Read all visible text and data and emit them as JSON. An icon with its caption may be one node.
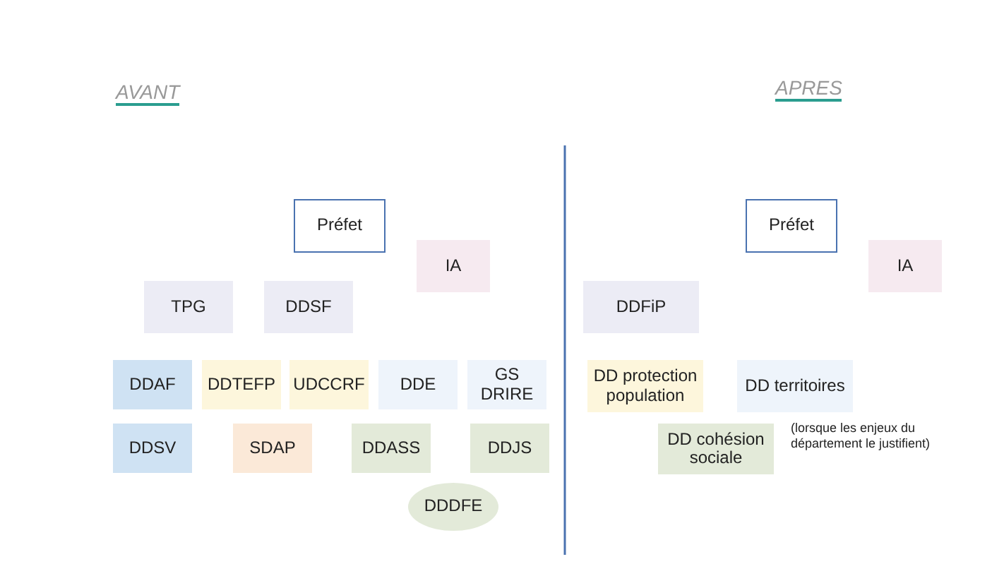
{
  "diagram": {
    "nodes": [
      {
        "text": [
          "Préfet"
        ]
      },
      {
        "text": [
          "IA"
        ]
      },
      {
        "text": [
          "TPG"
        ]
      },
      {
        "text": [
          "DDSF"
        ]
      },
      {
        "text": [
          "DDAF"
        ]
      },
      {
        "text": [
          "DDTEFP"
        ]
      },
      {
        "text": [
          "UDCCRF"
        ]
      },
      {
        "text": [
          "DDE"
        ]
      },
      {
        "text": [
          "GS DRIRE"
        ]
      },
      {
        "text": [
          "DDSV"
        ]
      },
      {
        "text": [
          "SDAP"
        ]
      },
      {
        "text": [
          "DDASS"
        ]
      },
      {
        "text": [
          "DDJS"
        ]
      },
      {
        "text": [
          "DDDFE"
        ]
      },
      {
        "text": [
          "Préfet"
        ]
      },
      {
        "text": [
          "IA"
        ]
      },
      {
        "text": [
          "DDFiP"
        ]
      },
      {
        "text": [
          "DD protection population"
        ]
      },
      {
        "text": [
          "DD territoires"
        ]
      },
      {
        "text": [
          "DD cohésion sociale"
        ],
        "beside": [
          "(lorsque les enjeux du département le justifient)"
        ]
      }
    ],
    "labels": [
      "AVANT",
      "APRES"
    ]
  }
}
